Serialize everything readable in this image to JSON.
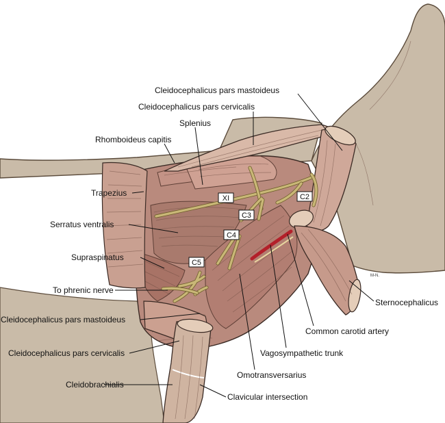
{
  "colors": {
    "skin": "#c9bba8",
    "skin_edge": "#5a4a3a",
    "muscle": "#b98a7d",
    "muscle_dark": "#8e5f55",
    "muscle_light": "#d8b2a4",
    "cut_surface": "#e4cdb9",
    "nerve": "#d8c98a",
    "artery": "#b3202a"
  },
  "labels": {
    "cleido_mastoideus_top": "Cleidocephalicus pars mastoideus",
    "cleido_cervicalis_top": "Cleidocephalicus pars cervicalis",
    "splenius": "Splenius",
    "rhomboideus_capitis": "Rhomboideus capitis",
    "trapezius": "Trapezius",
    "serratus_ventralis": "Serratus ventralis",
    "supraspinatus": "Supraspinatus",
    "to_phrenic_nerve": "To phrenic nerve",
    "cleido_mastoideus_bottom": "Cleidocephalicus pars mastoideus",
    "cleido_cervicalis_bottom": "Cleidocephalicus pars cervicalis",
    "cleidobrachialis": "Cleidobrachialis",
    "clavicular_intersection": "Clavicular intersection",
    "omotransversarius": "Omotransversarius",
    "vagosympathetic_trunk": "Vagosympathetic trunk",
    "common_carotid_artery": "Common carotid artery",
    "sternocephalicus": "Sternocephalicus"
  },
  "nerve_tags": {
    "xi": "XI",
    "c2": "C2",
    "c3": "C3",
    "c4": "C4",
    "c5": "C5"
  },
  "signature": "M-N."
}
